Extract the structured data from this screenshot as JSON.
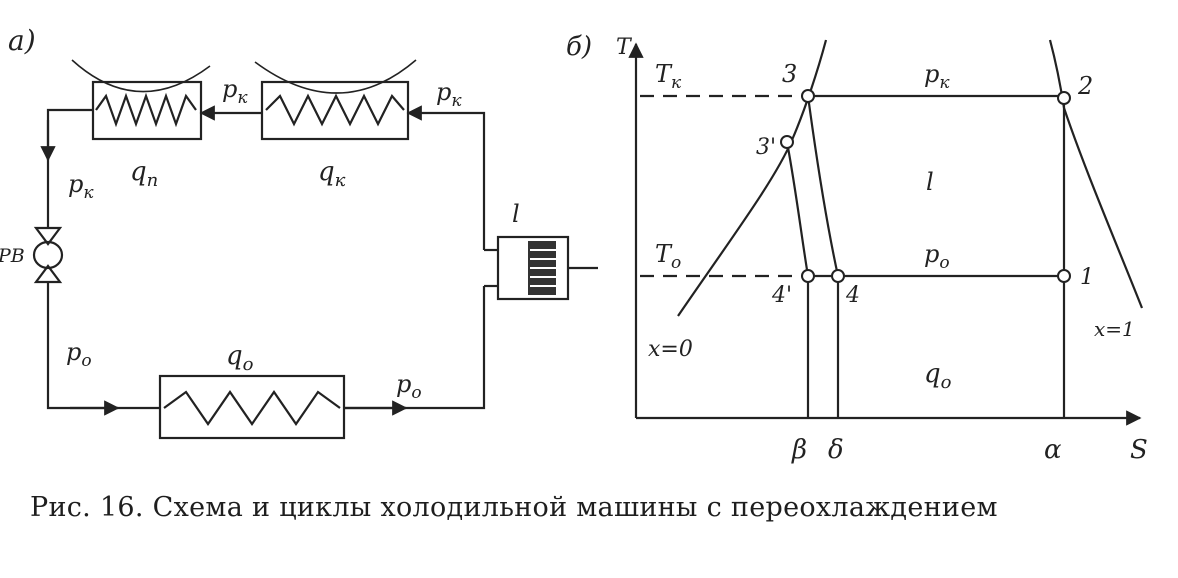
{
  "schematic": {
    "panel_label": "а)",
    "labels": {
      "pk_1": "p",
      "pk_1_sub": "к",
      "pk_2": "p",
      "pk_2_sub": "к",
      "pk_3": "p",
      "pk_3_sub": "к",
      "qp": "q",
      "qp_sub": "п",
      "qk": "q",
      "qk_sub": "к",
      "rv": "РВ",
      "po_1": "p",
      "po_1_sub": "o",
      "po_2": "p",
      "po_2_sub": "o",
      "qo": "q",
      "qo_sub": "o",
      "l": "l"
    }
  },
  "ts_diagram": {
    "panel_label": "б)",
    "labels": {
      "T_axis": "T",
      "S_axis": "S",
      "Tk": "T",
      "Tk_sub": "к",
      "To": "T",
      "To_sub": "o",
      "pk": "p",
      "pk_sub": "к",
      "po": "p",
      "po_sub": "o",
      "l": "l",
      "qo": "q",
      "qo_sub": "o",
      "x0": "x=0",
      "x1": "x=1",
      "p1": "1",
      "p2": "2",
      "p3": "3",
      "p3prime": "3'",
      "p4": "4",
      "p4prime": "4'",
      "beta": "β",
      "delta": "δ",
      "alpha": "α"
    }
  },
  "caption": "Рис. 16. Схема и циклы холодильной машины с переохлаждением"
}
